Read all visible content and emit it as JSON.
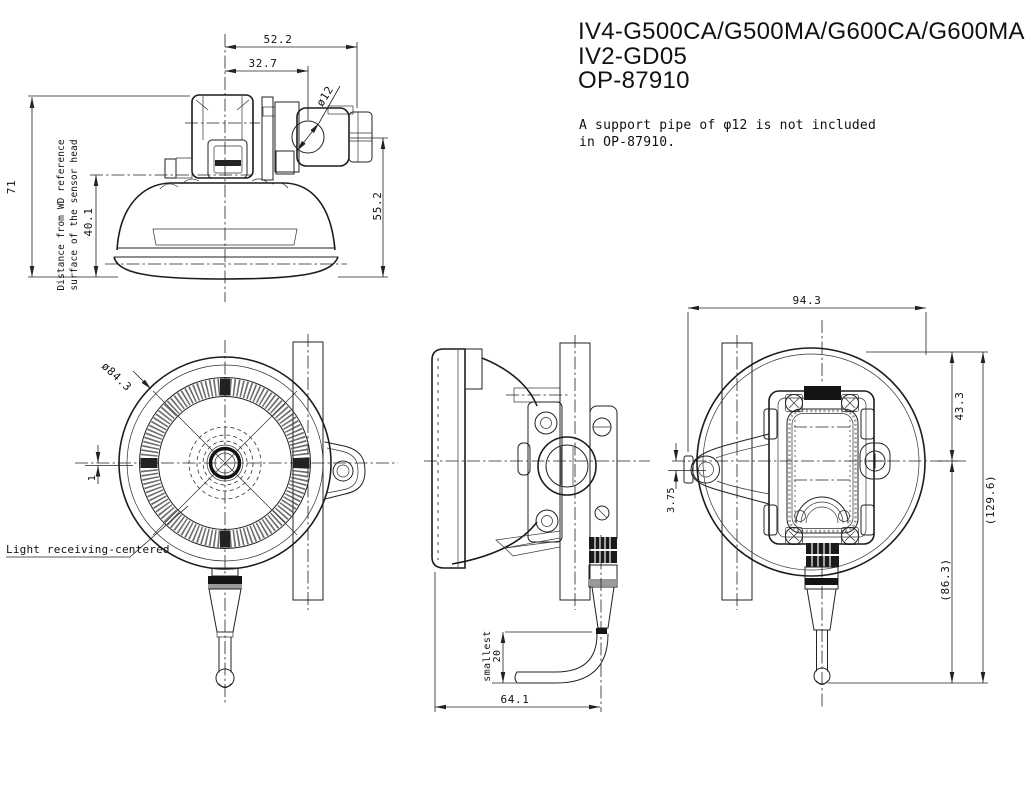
{
  "drawing": {
    "models": [
      "IV4-G500CA/G500MA/G600CA/G600MA",
      "IV2-GD05",
      "OP-87910"
    ],
    "note_line1": "A support pipe of φ12 is not included",
    "note_line2": "in OP-87910.",
    "side_view": {
      "width_top": "52.2",
      "width_pipe": "32.7",
      "pipe_dia": "ø12",
      "height_total": "71",
      "height_wd": "40.1",
      "height_pipe_axis": "55.2",
      "wd_label_1": "Distance from WD reference",
      "wd_label_2": "surface of the sensor head"
    },
    "front_view": {
      "head_dia": "ø84.3",
      "center_offset": "1",
      "light_label": "Light receiving-centered"
    },
    "mid_view": {
      "depth": "64.1",
      "bend_word": "smallest",
      "bend_value": "20"
    },
    "rear_view": {
      "width_total": "94.3",
      "height_upper": "43.3",
      "height_total": "(129.6)",
      "height_lower": "(86.3)",
      "pipe_offset": "3.75"
    }
  }
}
